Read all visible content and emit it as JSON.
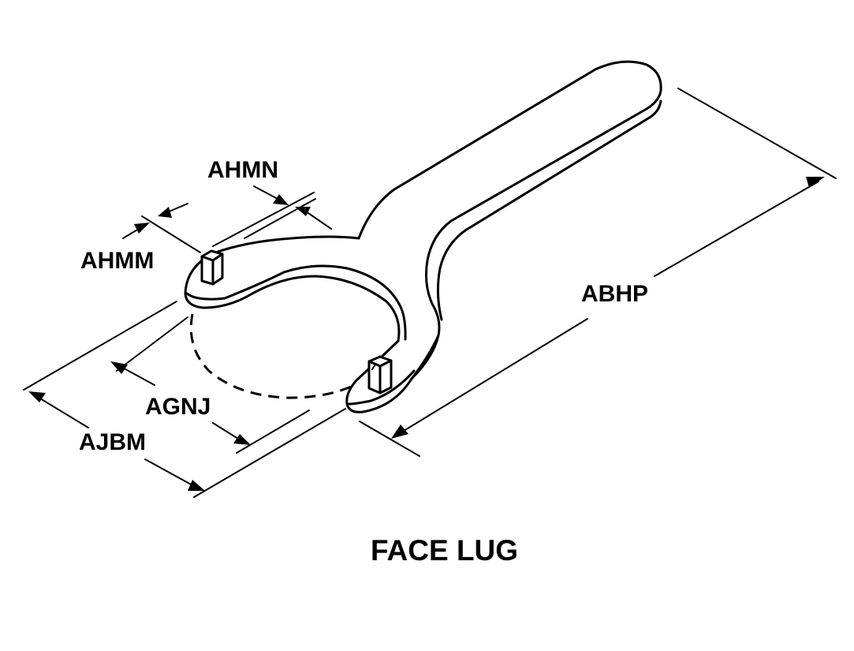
{
  "caption": "FACE LUG",
  "dimensions": {
    "ahmn": "AHMN",
    "ahmm": "AHMM",
    "abhp": "ABHP",
    "agnj": "AGNJ",
    "ajbm": "AJBM"
  }
}
